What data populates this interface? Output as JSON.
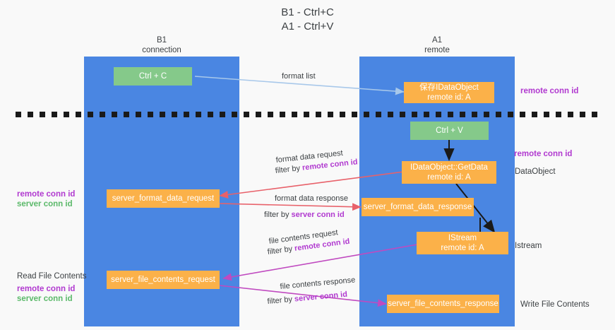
{
  "diagram": {
    "title": "B1 - Ctrl+C\nA1 - Ctrl+V",
    "columns": [
      {
        "id": "b1",
        "header": "B1\nconnection"
      },
      {
        "id": "a1",
        "header": "A1\nremote"
      }
    ],
    "nodes": {
      "ctrl_c": "Ctrl + C",
      "save_idataobject": "保存IDataObject\nremote id: A",
      "ctrl_v": "Ctrl + V",
      "getdata": "IDataObject::GetData\nremote id: A",
      "server_format_data_request": "server_format_data_request",
      "server_format_data_response": "server_format_data_response",
      "istream": "IStream\nremote id: A",
      "server_file_contents_request": "server_file_contents_request",
      "server_file_contents_response": "server_file_contents_response"
    },
    "edge_labels": {
      "format_list": "format list",
      "format_data_request": "format data request",
      "format_data_request_filter_prefix": "filter by ",
      "format_data_request_filter_key": "remote conn id",
      "format_data_response": "format data response",
      "format_data_response_filter_prefix": "filter by ",
      "format_data_response_filter_key": "server conn id",
      "file_contents_request": "file contents request",
      "file_contents_request_filter_prefix": "filter by ",
      "file_contents_request_filter_key": "remote conn id",
      "file_contents_response": "file contents response",
      "file_contents_response_filter_prefix": "filter by ",
      "file_contents_response_filter_key": "server conn id"
    },
    "annotations": {
      "right_remote_conn_id_top": "remote conn id",
      "right_remote_conn_id_mid": "remote conn id",
      "right_dataobject": "DataObject",
      "right_istream": "Istream",
      "right_write_file_contents": "Write File Contents",
      "left_remote_conn_id_mid": "remote conn id",
      "left_server_conn_id_mid": "server conn id",
      "left_read_file_contents": "Read File Contents",
      "left_remote_conn_id_bottom": "remote conn id",
      "left_server_conn_id_bottom": "server conn id"
    },
    "colors": {
      "lane": "#4a86e2",
      "node_green": "#85c98a",
      "node_orange": "#fbb149",
      "accent_purple": "#b13ad0",
      "accent_green": "#5bb96a",
      "arrow_blue": "#a8c8ea",
      "arrow_red": "#e8616a",
      "arrow_magenta": "#c04ac0",
      "arrow_black": "#1a1a1a",
      "background": "#f9f9f9"
    }
  }
}
